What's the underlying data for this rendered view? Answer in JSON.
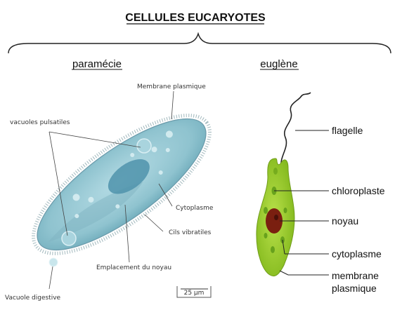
{
  "title": "CELLULES EUCARYOTES",
  "paramecie": {
    "heading": "paramécie",
    "labels": {
      "membrane": "Membrane plasmique",
      "vacuoles": "vacuoles pulsatiles",
      "cytoplasme": "Cytoplasme",
      "cils": "Cils vibratiles",
      "noyau": "Emplacement du noyau",
      "digestive": "Vacuole digestive"
    },
    "scale": "25 µm"
  },
  "euglene": {
    "heading": "euglène",
    "labels": {
      "flagelle": "flagelle",
      "chloroplaste": "chloroplaste",
      "noyau": "noyau",
      "cytoplasme": "cytoplasme",
      "membrane_1": "membrane",
      "membrane_2": "plasmique"
    }
  },
  "colors": {
    "paramecium_fill": "#8fc3cf",
    "euglena_fill": "#9ccc2a",
    "nucleus_euglena": "#7a1f10"
  }
}
